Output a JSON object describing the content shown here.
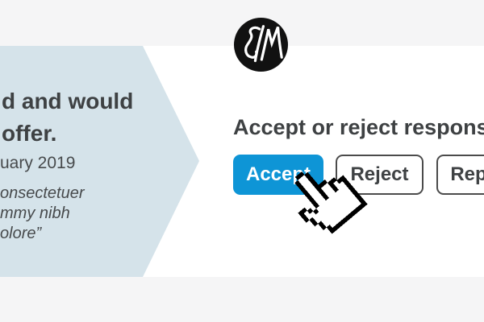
{
  "colors": {
    "accent_blue": "#0e95d6",
    "arrow_blue": "#d5e3ea",
    "band_gray": "#f5f5f6",
    "card_white": "#ffffff",
    "heading_dark": "#3e4143",
    "text_dark": "#474a4c",
    "button_border": "#4b4b4b",
    "logo_black": "#111111"
  },
  "logo": {
    "monogram": "GM"
  },
  "testimonial": {
    "heading_line1": "d and would",
    "heading_line2": "offer.",
    "date_fragment": "uary 2019",
    "quote_lines": [
      "onsectetuer",
      "mmy nibh",
      "olore”"
    ]
  },
  "response_panel": {
    "heading": "Accept or reject responses",
    "buttons": [
      {
        "label": "Accept"
      },
      {
        "label": "Reject"
      },
      {
        "label": "Reply"
      }
    ]
  },
  "cursor": {
    "icon": "hand-pointer"
  }
}
